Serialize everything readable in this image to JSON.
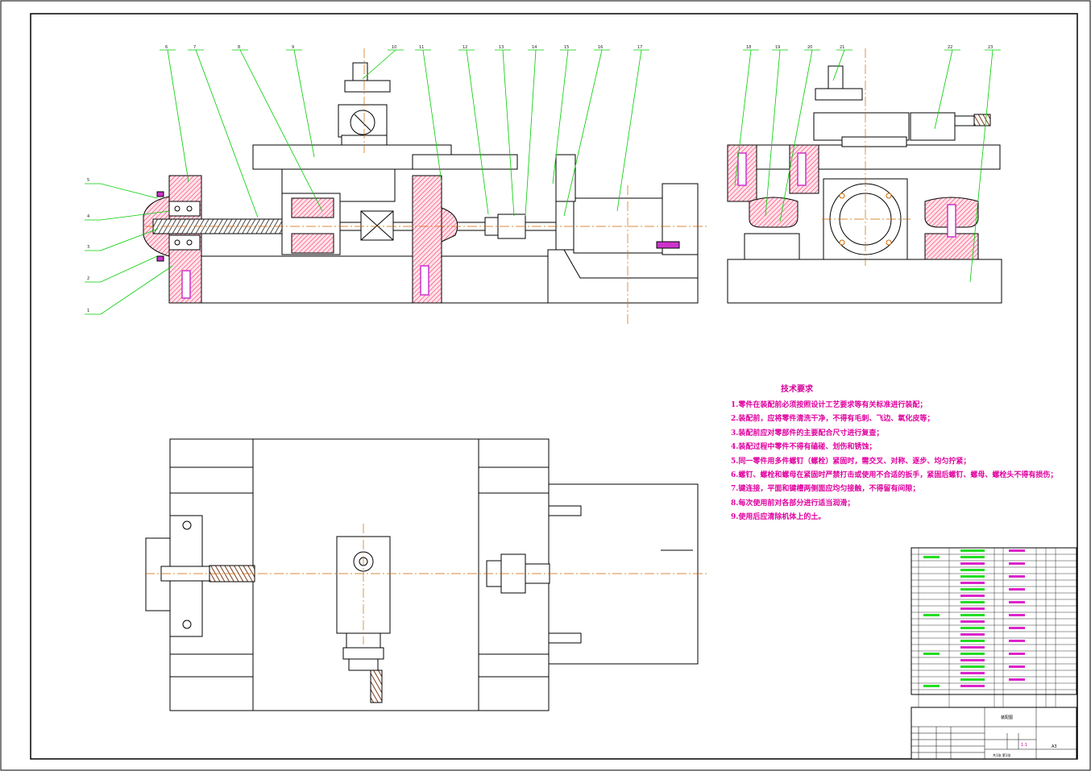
{
  "technical_requirements": {
    "title": "技术要求",
    "items": [
      "1.零件在装配前必须按照设计工艺要求等有关标准进行装配；",
      "2.装配前，应将零件清洗干净，不得有毛刺、飞边、氧化皮等；",
      "3.装配前应对零部件的主要配合尺寸进行复查；",
      "4.装配过程中零件不得有磕碰、划伤和锈蚀；",
      "5.同一零件用多件螺钉（螺栓）紧固时，需交叉、对称、逐步、均匀拧紧；",
      "6.螺钉、螺栓和螺母在紧固时严禁打击或使用不合适的扳手，紧固后螺钉、螺母、螺栓头不得有损伤；",
      "7.键连接，平面和键槽两侧面应均匀接触，不得留有间隙；",
      "8.每次使用前对各部分进行适当润滑；",
      "9.使用后应清除机体上的土。"
    ]
  },
  "balloons_top": [
    "6",
    "7",
    "8",
    "9",
    "10",
    "11",
    "12",
    "13",
    "14",
    "15",
    "16",
    "17"
  ],
  "balloons_left": [
    "5",
    "4",
    "3",
    "2",
    "1"
  ],
  "balloons_right": [
    "18",
    "19",
    "20",
    "21",
    "22",
    "23"
  ],
  "title_block": {
    "drawing_name": "装配图",
    "scale": "1:1",
    "sheet_size": "A3",
    "sheet_info": "共1张 第1张"
  },
  "colors": {
    "outline": "#000000",
    "leader": "#00cc00",
    "section_fill": "#ff6688",
    "fastener": "#cc33cc",
    "centerline": "#cc6600",
    "text_magenta": "#e0009f"
  }
}
